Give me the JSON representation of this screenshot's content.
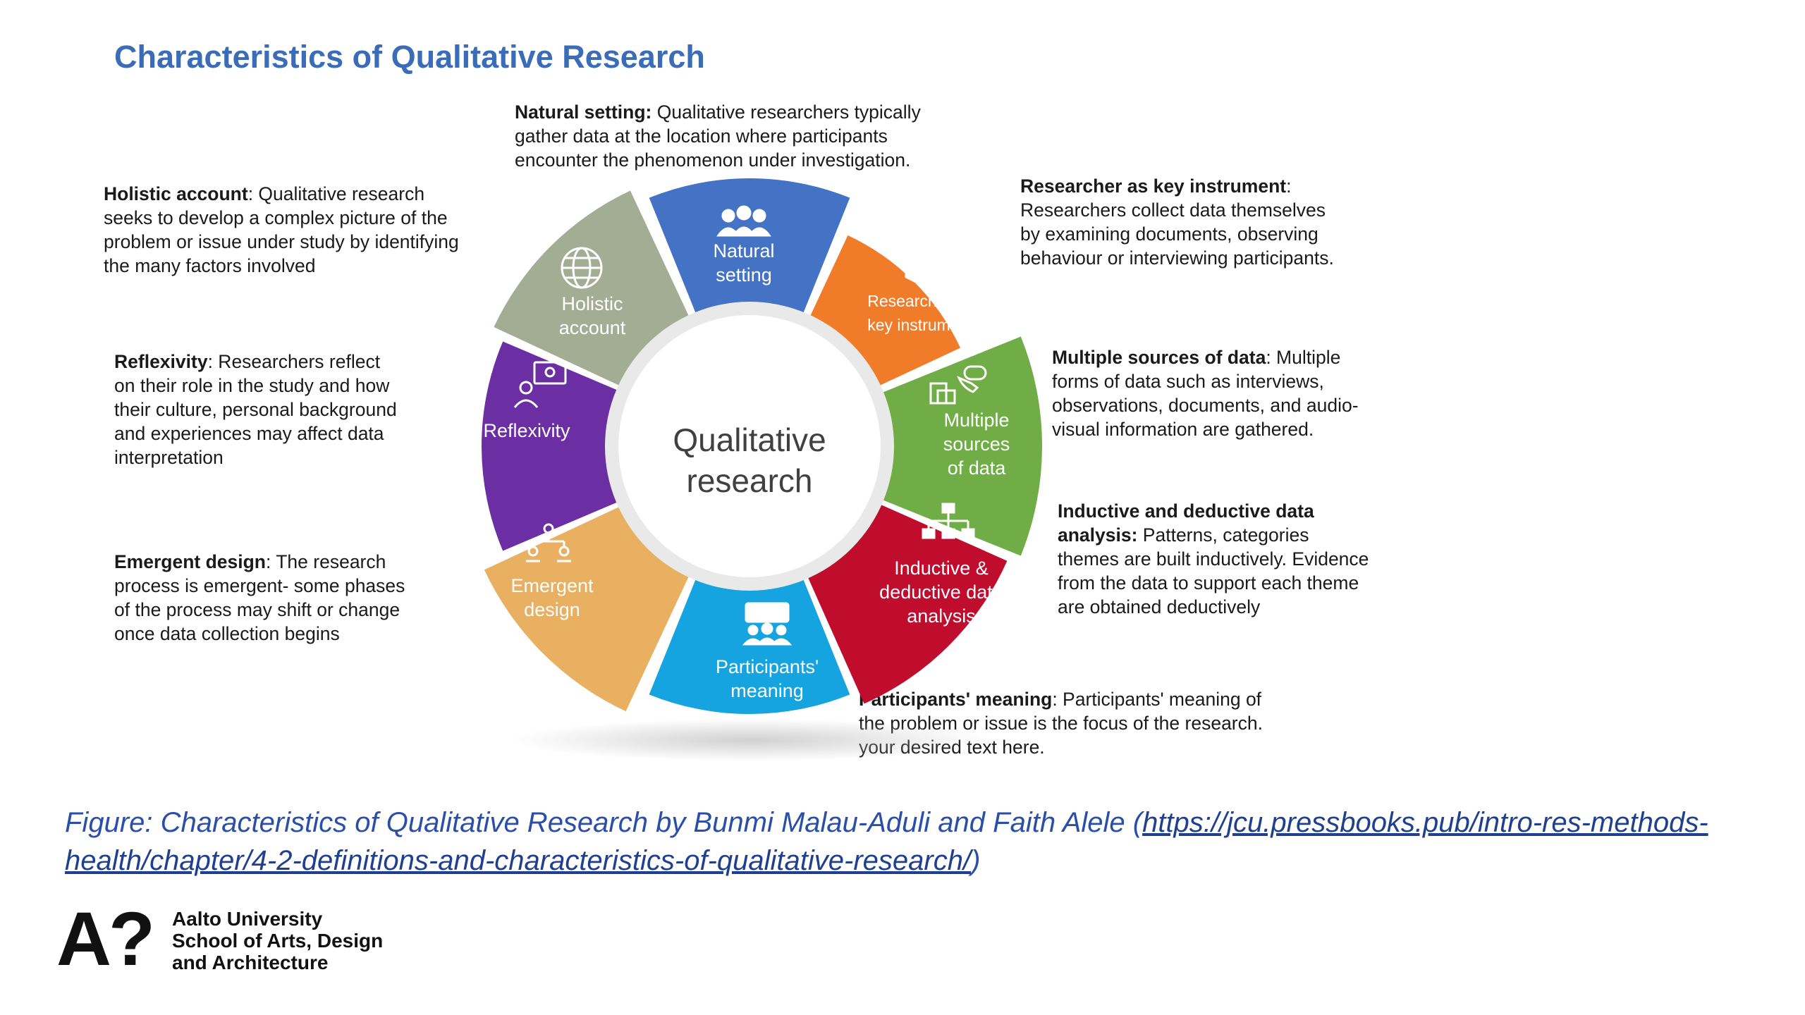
{
  "title": "Characteristics of Qualitative Research",
  "center_label": [
    "Qualitative",
    "research"
  ],
  "colors": {
    "title": "#3a6cb8",
    "natural": "#4472c4",
    "researcher": "#f07c2a",
    "multiple": "#70ad47",
    "inductive": "#c00d2e",
    "participants": "#15a4e0",
    "emergent": "#e8b060",
    "reflexivity": "#6b2fa3",
    "holistic": "#a3ad94"
  },
  "segments": [
    {
      "key": "natural",
      "label": [
        "Natural",
        "setting"
      ],
      "icon": "people-group-icon"
    },
    {
      "key": "researcher",
      "label": [
        "Researcher as",
        "key instrument"
      ],
      "icon": "handshake-icon"
    },
    {
      "key": "multiple",
      "label": [
        "Multiple",
        "sources",
        "of data"
      ],
      "icon": "documents-phone-icon"
    },
    {
      "key": "inductive",
      "label": [
        "Inductive &",
        "deductive data",
        "analysis"
      ],
      "icon": "hierarchy-icon"
    },
    {
      "key": "participants",
      "label": [
        "Participants'",
        "meaning"
      ],
      "icon": "audience-chat-icon"
    },
    {
      "key": "emergent",
      "label": [
        "Emergent",
        "design"
      ],
      "icon": "network-people-icon"
    },
    {
      "key": "reflexivity",
      "label": [
        "Reflexivity"
      ],
      "icon": "thinking-person-icon"
    },
    {
      "key": "holistic",
      "label": [
        "Holistic",
        "account"
      ],
      "icon": "globe-icon"
    }
  ],
  "descriptions": {
    "natural": {
      "heading": "Natural setting:",
      "l1": " Qualitative researchers typically",
      "l2": "gather data at the location where participants",
      "l3": "encounter the phenomenon under investigation."
    },
    "holistic": {
      "heading": "Holistic account",
      "l1": ": Qualitative research",
      "l2": "seeks to develop a complex picture of the",
      "l3": "problem or issue under study by identifying",
      "l4": "the many factors involved"
    },
    "researcher": {
      "heading": "Researcher as key instrument",
      "l1": ":",
      "l2": "Researchers collect data themselves",
      "l3": "by examining documents, observing",
      "l4": "behaviour or interviewing participants."
    },
    "multiple": {
      "heading": "Multiple sources of data",
      "l1": ": Multiple",
      "l2": "forms of data such as interviews,",
      "l3": "observations, documents, and audio-",
      "l4": "visual information are gathered."
    },
    "reflexivity": {
      "heading": "Reflexivity",
      "l1": ": Researchers reflect",
      "l2": "on their role in the study and how",
      "l3": "their culture, personal background",
      "l4": "and experiences may affect data",
      "l5": "interpretation"
    },
    "inductive": {
      "heading1": "Inductive and deductive data",
      "heading2": "analysis:",
      "l2": " Patterns, categories",
      "l3": "themes are built inductively. Evidence",
      "l4": "from the data to support each theme",
      "l5": "are obtained deductively"
    },
    "emergent": {
      "heading": "Emergent design",
      "l1": ": The research",
      "l2": "process is emergent- some phases",
      "l3": "of the process may shift or change",
      "l4": "once data collection begins"
    },
    "participants": {
      "heading": "Participants' meaning",
      "l1": ": Participants' meaning of",
      "l2": "the problem or issue is the focus of the research.",
      "l3": "your desired text here."
    }
  },
  "caption": {
    "text": "Figure:  Characteristics of Qualitative Research by Bunmi Malau-Aduli and Faith Alele (",
    "url": "https://jcu.pressbooks.pub/intro-res-methods-health/chapter/4-2-definitions-and-characteristics-of-qualitative-research/",
    "close": ")"
  },
  "logo": {
    "mark": "A?",
    "lines": [
      "Aalto University",
      "School of Arts, Design",
      "and Architecture"
    ]
  }
}
